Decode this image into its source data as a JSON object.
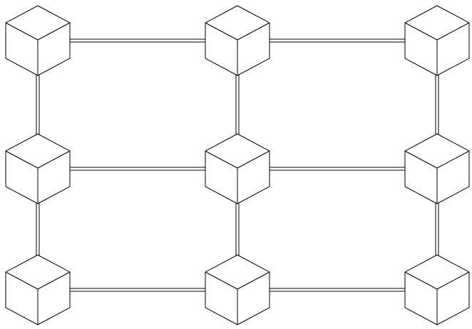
{
  "diagram": {
    "rows": 3,
    "columns": 3,
    "node_icon": "cube-icon",
    "link_style": "double-line",
    "nodes": [
      {
        "row": 0,
        "col": 0
      },
      {
        "row": 0,
        "col": 1
      },
      {
        "row": 0,
        "col": 2
      },
      {
        "row": 1,
        "col": 0
      },
      {
        "row": 1,
        "col": 1
      },
      {
        "row": 1,
        "col": 2
      },
      {
        "row": 2,
        "col": 0
      },
      {
        "row": 2,
        "col": 1
      },
      {
        "row": 2,
        "col": 2
      }
    ],
    "links": [
      {
        "from": [
          0,
          0
        ],
        "to": [
          0,
          1
        ]
      },
      {
        "from": [
          0,
          1
        ],
        "to": [
          0,
          2
        ]
      },
      {
        "from": [
          1,
          0
        ],
        "to": [
          1,
          1
        ]
      },
      {
        "from": [
          1,
          1
        ],
        "to": [
          1,
          2
        ]
      },
      {
        "from": [
          2,
          0
        ],
        "to": [
          2,
          1
        ]
      },
      {
        "from": [
          2,
          1
        ],
        "to": [
          2,
          2
        ]
      },
      {
        "from": [
          0,
          0
        ],
        "to": [
          1,
          0
        ]
      },
      {
        "from": [
          1,
          0
        ],
        "to": [
          2,
          0
        ]
      },
      {
        "from": [
          0,
          1
        ],
        "to": [
          1,
          1
        ]
      },
      {
        "from": [
          1,
          1
        ],
        "to": [
          2,
          1
        ]
      },
      {
        "from": [
          0,
          2
        ],
        "to": [
          1,
          2
        ]
      },
      {
        "from": [
          1,
          2
        ],
        "to": [
          2,
          2
        ]
      }
    ],
    "colors": {
      "stroke": "#000000",
      "fill": "#ffffff",
      "background": "#ffffff"
    }
  }
}
